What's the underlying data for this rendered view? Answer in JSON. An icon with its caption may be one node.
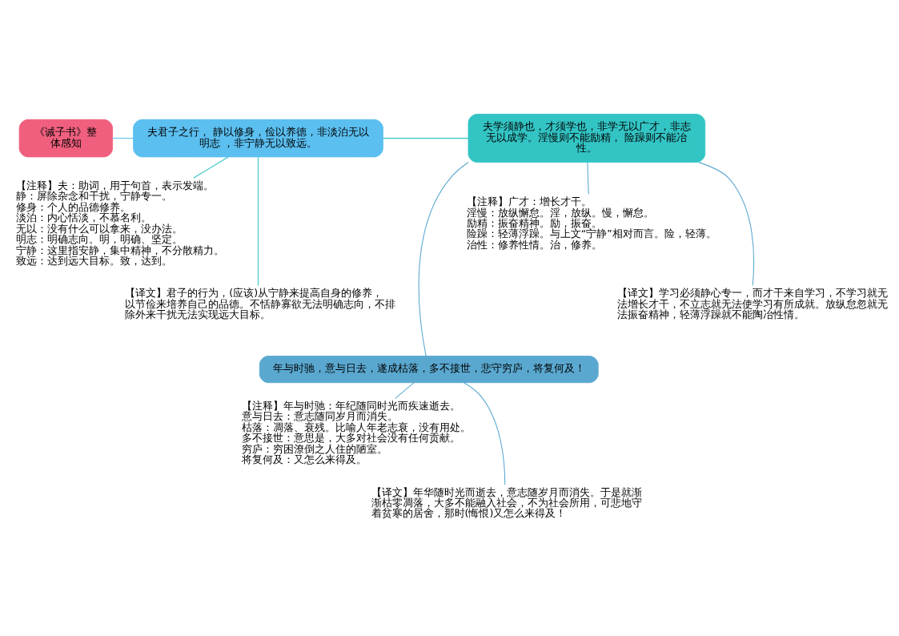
{
  "diagram": {
    "nodes": [
      {
        "text": [
          "《诫子书》整体感知"
        ]
      },
      {
        "text": [
          "夫君子之行， 静以修身，俭以养德，非淡泊无以明志 ，非宁静无以致远。"
        ]
      },
      {
        "text": [
          "夫学须静也，才须学也，非学无以广才，非志无以成学。淫慢则不能励精， 险躁则不能冶性。"
        ]
      },
      {
        "text": [
          "年与时驰，意与日去，遂成枯落，多不接世，悲守穷庐，将复何及！"
        ]
      },
      {
        "text": [
          "【注释】夫：助词，用于句首，表示发端。",
          "静：屏除杂念和干扰，宁静专一。",
          "修身：个人的品德修养。",
          "淡泊：内心恬淡，不慕名利。",
          "无以：没有什么可以拿来，没办法。",
          "明志：明确志向。明，明确、坚定。",
          "宁静：这里指安静，集中精神，不分散精力。",
          "致远：达到远大目标。致，达到。"
        ]
      },
      {
        "text": [
          "【译文】君子的行为，(应该)从宁静来提高自身的修养，以节俭来培养自己的品德。不恬静寡欲无法明确志向，不排除外来干扰无法实现远大目标。"
        ]
      },
      {
        "text": [
          "【注释】广才：增长才干。",
          "淫慢：放纵懈怠。淫，放纵。慢，懈怠。",
          "励精：振奋精神。励，振奋。",
          "险躁：轻薄浮躁。与上文“宁静”相对而言。险，轻薄。",
          "治性：修养性情。治，修养。"
        ]
      },
      {
        "text": [
          "【译文】学习必须静心专一，而才干来自学习，不学习就无法增长才干，不立志就无法使学习有所成就。放纵怠忽就无法振奋精神，轻薄浮躁就不能陶冶性情。"
        ]
      },
      {
        "text": [
          "【注释】年与时驰：年纪随同时光而疾速逝去。",
          "意与日去：意志随同岁月而消失。",
          "枯落：凋落、衰残。比喻人年老志衰，没有用处。",
          "多不接世：意思是，大多对社会没有任何贡献。",
          "穷庐：穷困潦倒之人住的陋室。",
          "将复何及：又怎么来得及。"
        ]
      },
      {
        "text": [
          "【译文】年华随时光而逝去，意志随岁月而消失。于是就渐渐枯零凋落，大多不能融入社会，不为社会所用，可悲地守着贫寒的居舍，那时(悔恨)又怎么来得及！"
        ]
      }
    ],
    "edges": [
      {
        "from": 0,
        "to": 1,
        "arrow": "none"
      },
      {
        "from": 1,
        "to": 2,
        "arrow": "none"
      },
      {
        "from": 2,
        "to": 3,
        "arrow": "none"
      },
      {
        "from": 1,
        "to": 4,
        "arrow": "none"
      },
      {
        "from": 1,
        "to": 5,
        "arrow": "none"
      },
      {
        "from": 2,
        "to": 6,
        "arrow": "none"
      },
      {
        "from": 2,
        "to": 7,
        "arrow": "none"
      },
      {
        "from": 3,
        "to": 8,
        "arrow": "none"
      },
      {
        "from": 3,
        "to": 9,
        "arrow": "none"
      }
    ]
  }
}
